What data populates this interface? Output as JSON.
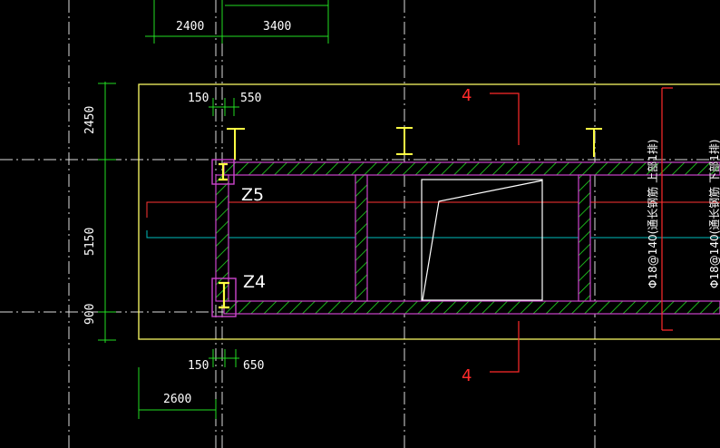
{
  "dimensions": {
    "top": [
      "2400",
      "3400"
    ],
    "left": [
      "2450",
      "5150",
      "900"
    ],
    "col_top": [
      "150",
      "550"
    ],
    "col_bottom": [
      "150",
      "650"
    ],
    "bottom": "2600"
  },
  "columns": [
    "Z5",
    "Z4"
  ],
  "section_marks": [
    "4",
    "4"
  ],
  "rebar_notes": [
    "Φ18@140(通长钢筋 上部1排)",
    "Φ18@140(通长钢筋 下部1排)"
  ],
  "colors": {
    "background": "#000000",
    "frame": "#ffff66",
    "wall": "#cc44cc",
    "hatch": "#22dd22",
    "dimension": "#22dd22",
    "axis": "#ffffff",
    "section": "#ff2a2a",
    "cyan": "#00bbbb"
  }
}
